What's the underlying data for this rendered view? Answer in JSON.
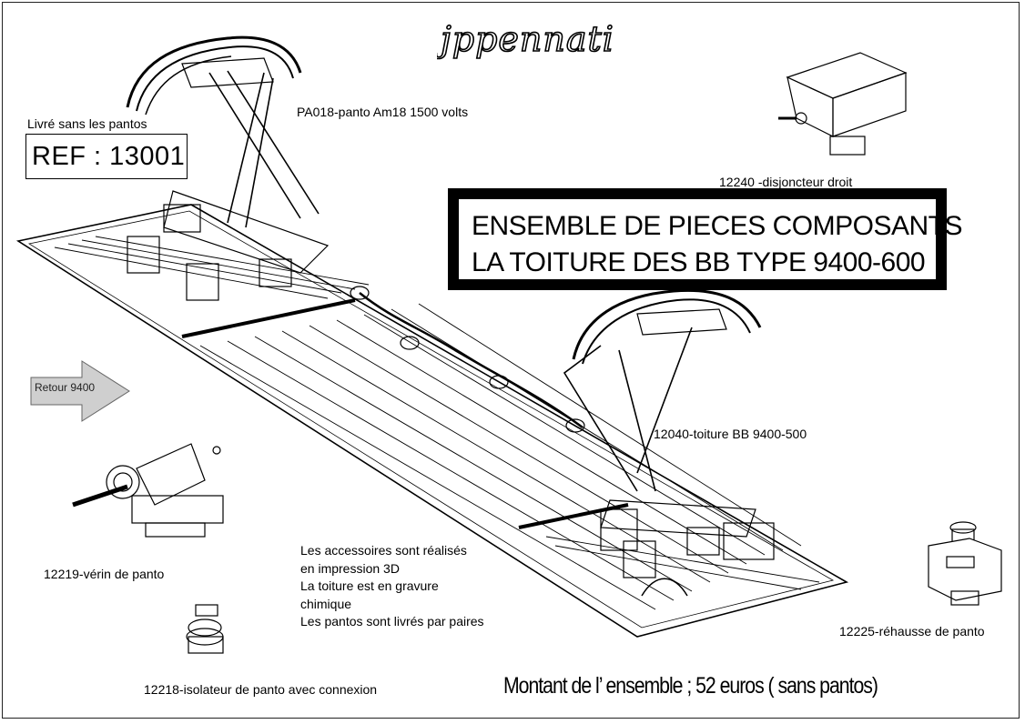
{
  "brand": "jppennati",
  "labels": {
    "delivered_without": "Livré sans les pantos",
    "ref": "REF : 13001",
    "panto_am18": "PA018-panto Am18 1500 volts",
    "disjoncteur": "12240 -disjoncteur droit",
    "toiture": "12040-toiture BB 9400-500",
    "verin": "12219-vérin de panto",
    "isolateur": "12218-isolateur de panto avec connexion",
    "rehausse": "12225-réhausse de panto",
    "retour": "Retour 9400"
  },
  "title": {
    "line1": "ENSEMBLE DE PIECES COMPOSANTS",
    "line2": "LA TOITURE DES BB TYPE 9400-600"
  },
  "description": {
    "line1": "Les accessoires sont réalisés",
    "line2": "en impression 3D",
    "line3": "La toiture est en gravure",
    "line4": "chimique",
    "line5": "Les pantos sont livrés par paires"
  },
  "price": "Montant de l’ ensemble ; 52 euros ( sans pantos)"
}
